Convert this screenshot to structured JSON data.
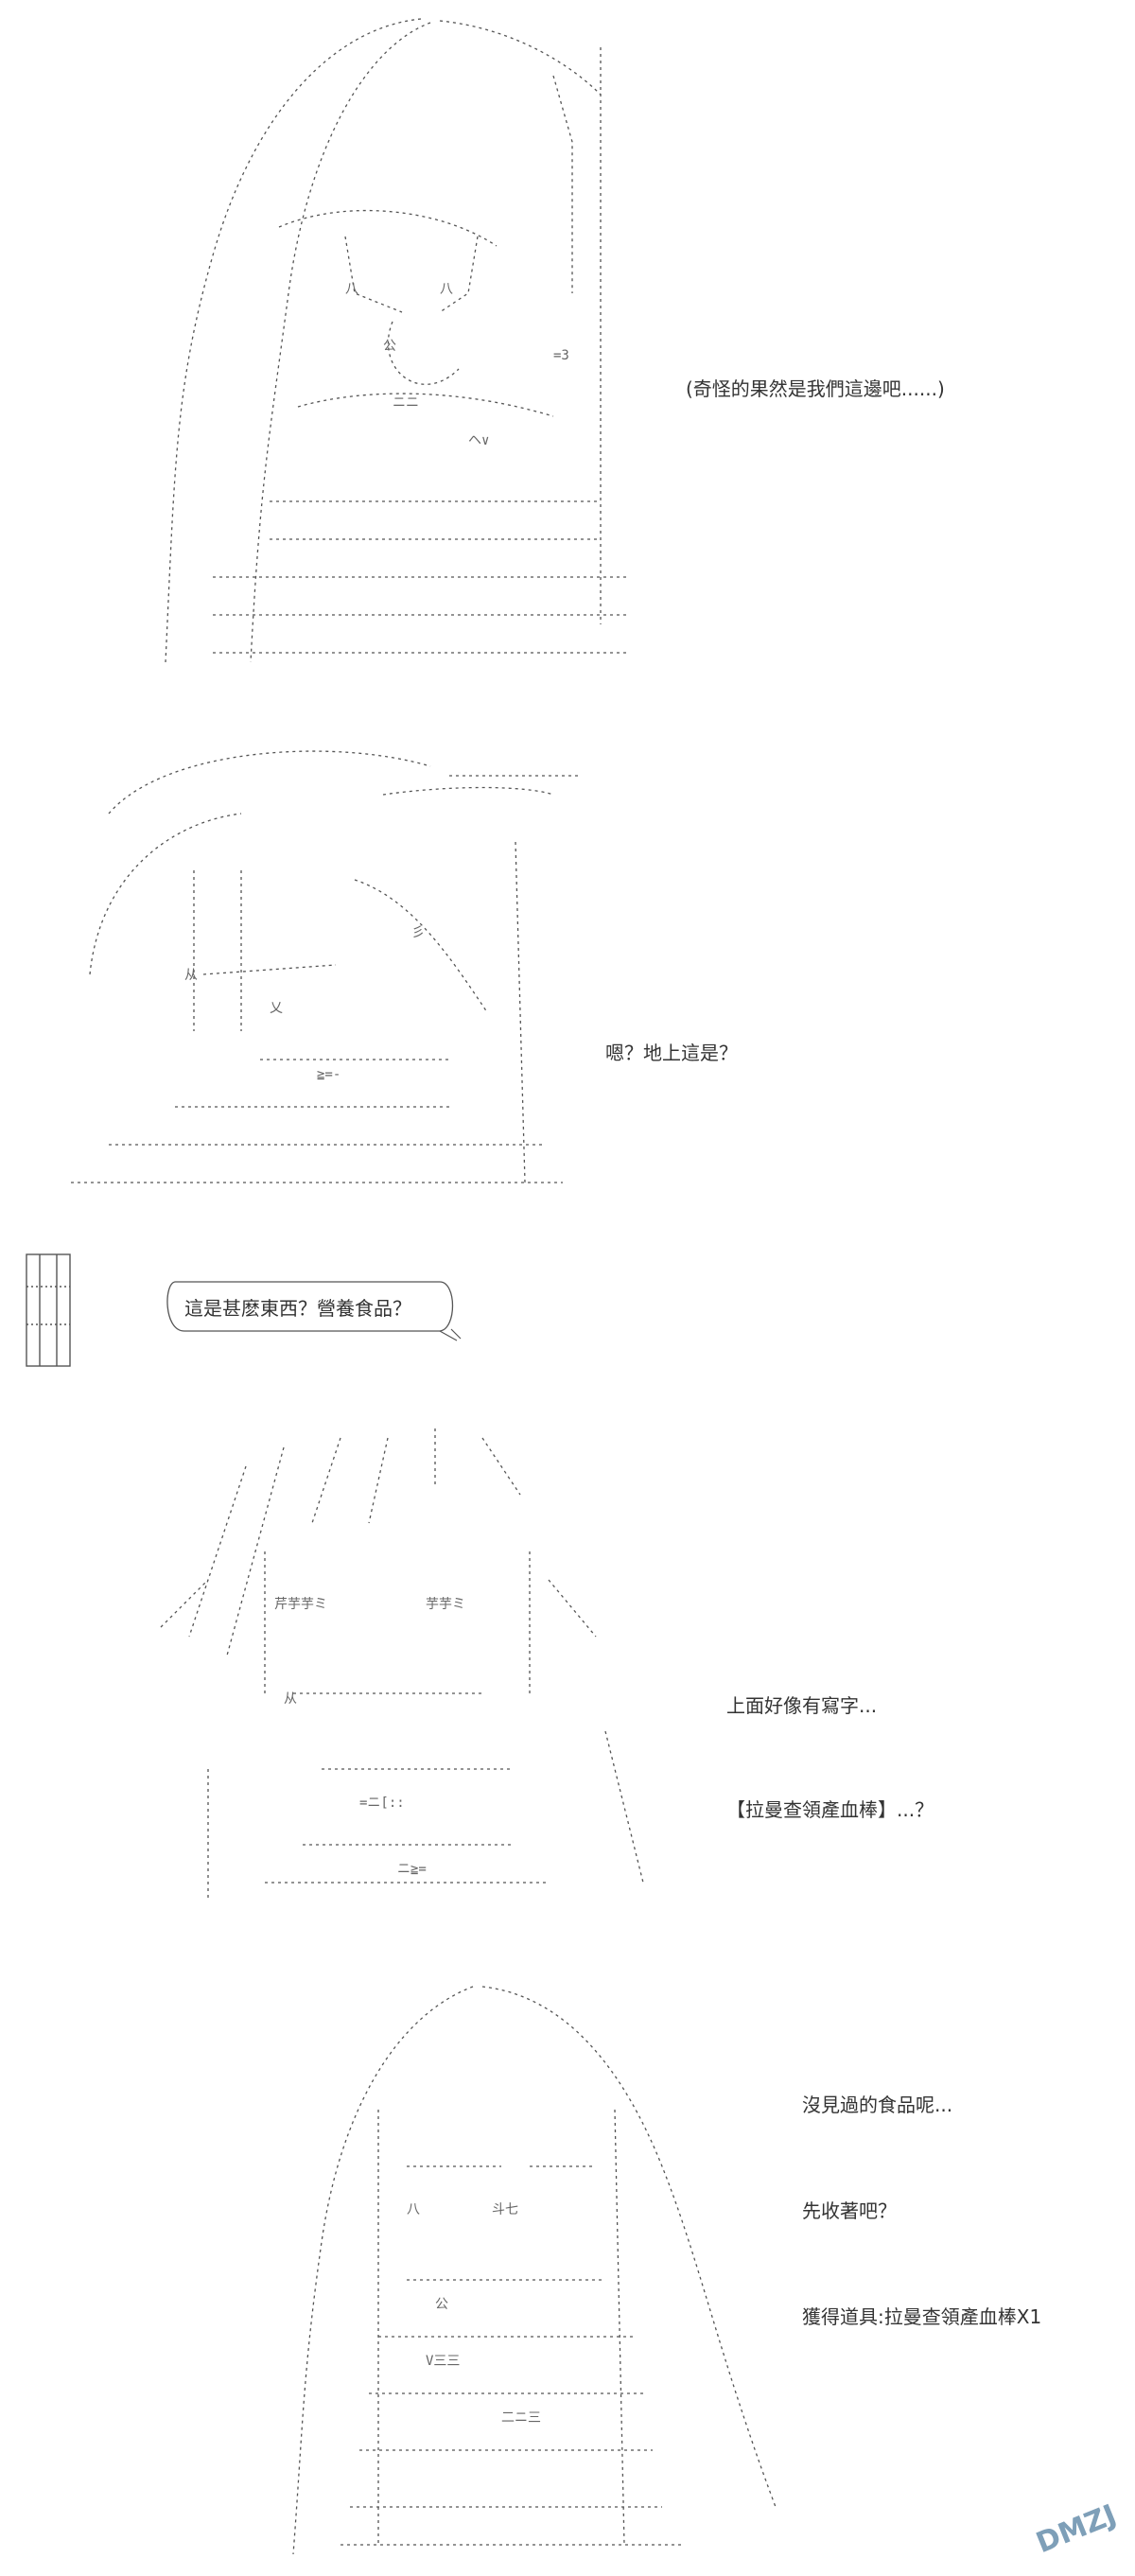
{
  "panels": [
    {
      "lines": [
        "(奇怪的果然是我們這邊吧......)"
      ]
    },
    {
      "lines": [
        "嗯？地上這是？"
      ]
    },
    {
      "bubble": "這是甚麽東西？營養食品？"
    },
    {
      "lines": [
        "上面好像有寫字...",
        "【拉曼查領產血棒】...？"
      ]
    },
    {
      "lines": [
        "沒見過的食品呢...",
        "先收著吧？",
        "獲得道具:拉曼查領產血棒X1"
      ]
    }
  ],
  "watermark": {
    "text": "DMZJ",
    "color": "#7e9fb8"
  },
  "art": {
    "stroke": "#555555"
  }
}
